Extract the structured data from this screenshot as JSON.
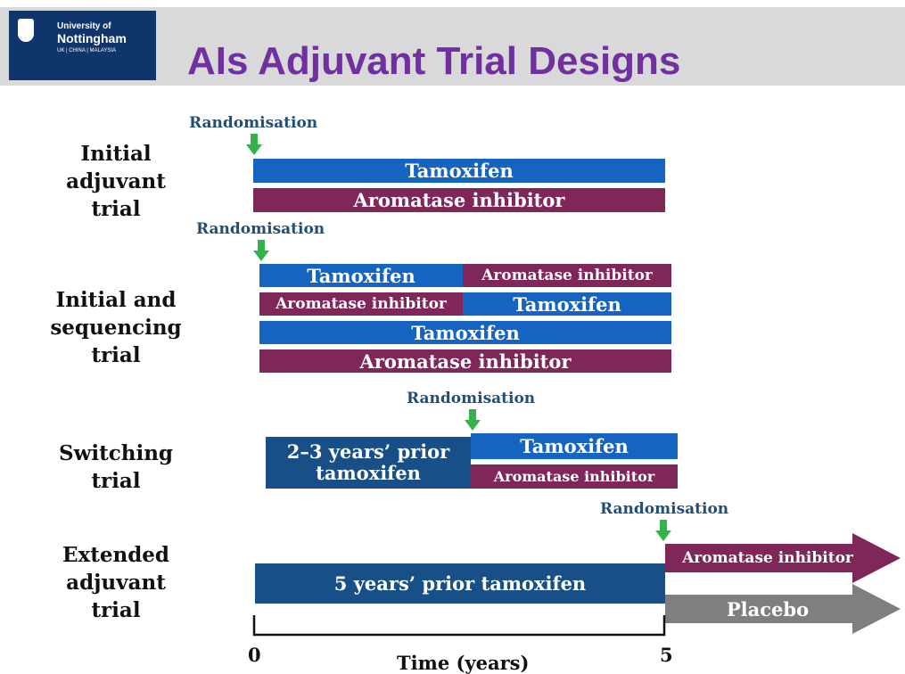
{
  "header": {
    "logo": {
      "line1": "University of",
      "line2": "Nottingham",
      "line3": "UK | CHINA | MALAYSIA"
    },
    "title": "AIs Adjuvant Trial Designs"
  },
  "colors": {
    "tamoxifen": "#1565c0",
    "prior_tamoxifen": "#174f86",
    "aromatase_inhibitor": "#80275a",
    "placebo": "#7f7f7f",
    "randomisation_arrow": "#33b34a",
    "title": "#7030a0"
  },
  "trials": [
    {
      "label": "Initial adjuvant trial",
      "randomisation": "Randomisation",
      "bars": [
        "Tamoxifen",
        "Aromatase inhibitor"
      ]
    },
    {
      "label": "Initial and sequencing trial",
      "randomisation": "Randomisation",
      "bars": [
        [
          "Tamoxifen",
          "Aromatase inhibitor"
        ],
        [
          "Aromatase inhibitor",
          "Tamoxifen"
        ],
        "Tamoxifen",
        "Aromatase inhibitor"
      ]
    },
    {
      "label": "Switching trial",
      "randomisation": "Randomisation",
      "prior": "2–3 years’ prior tamoxifen",
      "bars": [
        "Tamoxifen",
        "Aromatase inhibitor"
      ]
    },
    {
      "label": "Extended adjuvant trial",
      "randomisation": "Randomisation",
      "prior": "5 years’ prior tamoxifen",
      "bars": [
        "Aromatase inhibitor",
        "Placebo"
      ]
    }
  ],
  "axis": {
    "start": "0",
    "end": "5",
    "label": "Time (years)"
  }
}
